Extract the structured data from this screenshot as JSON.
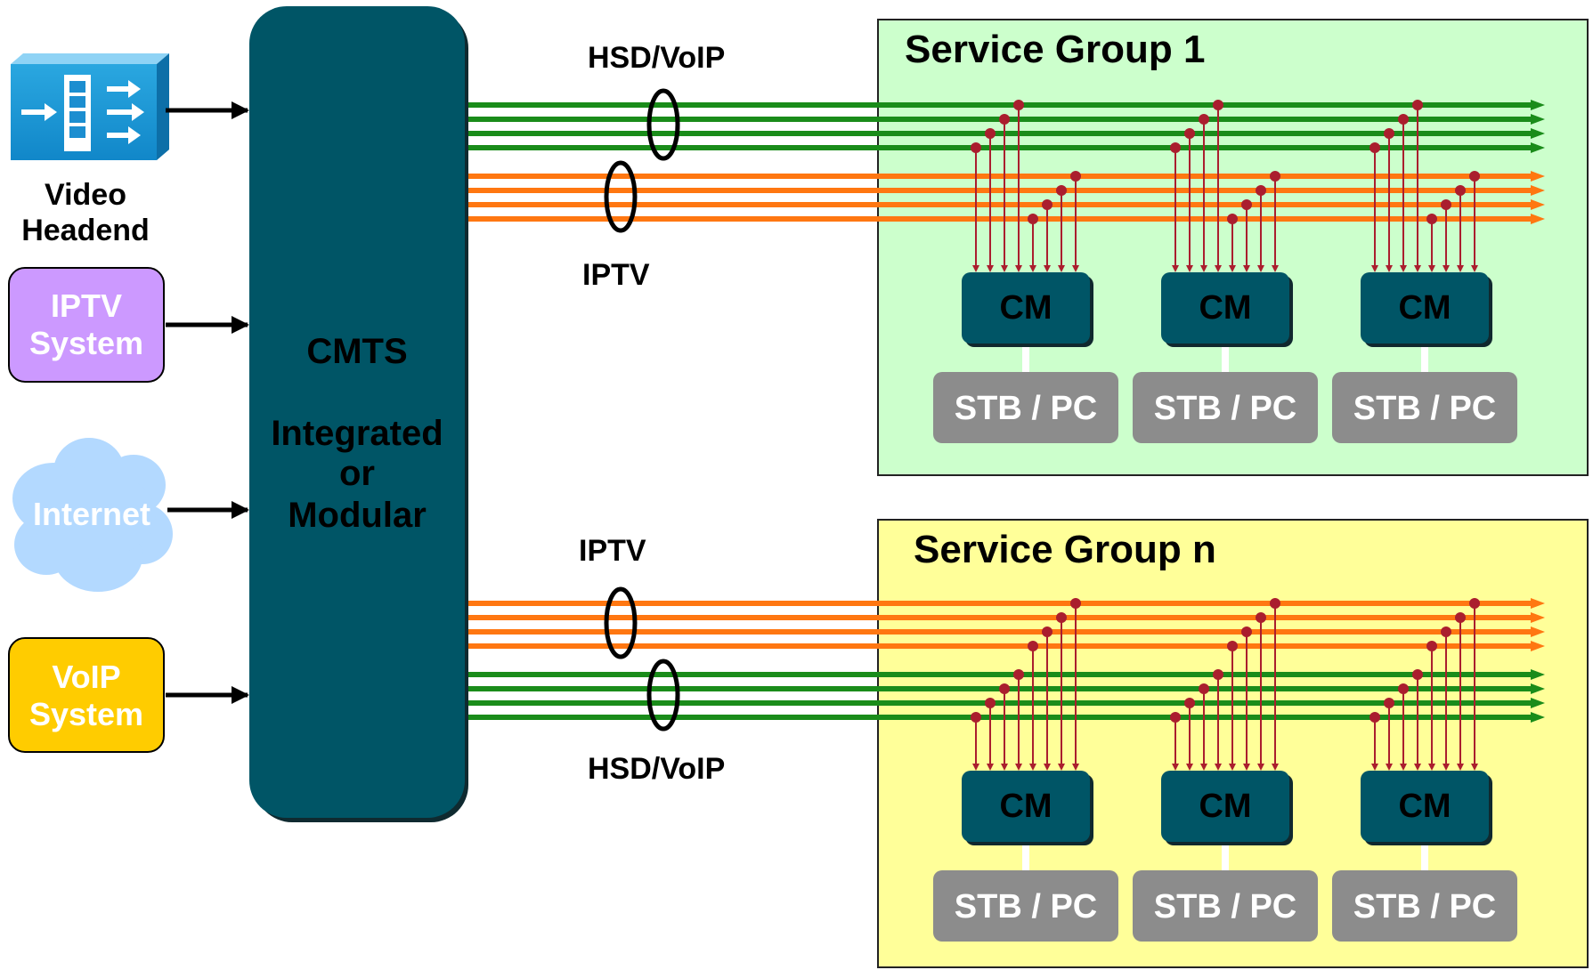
{
  "sources": {
    "video_headend": {
      "line1": "Video",
      "line2": "Headend"
    },
    "iptv_system": {
      "line1": "IPTV",
      "line2": "System",
      "color": "#cc99ff"
    },
    "internet": {
      "label": "Internet",
      "color": "#b3d9ff"
    },
    "voip_system": {
      "line1": "VoIP",
      "line2": "System",
      "color": "#ffcc00"
    }
  },
  "cmts": {
    "line1": "CMTS",
    "line2": "Integrated",
    "line3": "or",
    "line4": "Modular",
    "color": "#005566"
  },
  "bundle_labels": {
    "top_hsd": "HSD/VoIP",
    "top_iptv": "IPTV",
    "bottom_iptv": "IPTV",
    "bottom_hsd": "HSD/VoIP"
  },
  "colors": {
    "hsd_voip_channel": "#1a8c1a",
    "iptv_channel": "#ff7711",
    "tap": "#aa1e2e",
    "modem": "#005566",
    "endpoint": "#8c8c8c"
  },
  "service_groups": [
    {
      "title": "Service Group 1",
      "color": "#ccffcc",
      "modems": [
        {
          "cm": "CM",
          "device": "STB / PC"
        },
        {
          "cm": "CM",
          "device": "STB / PC"
        },
        {
          "cm": "CM",
          "device": "STB / PC"
        }
      ]
    },
    {
      "title": "Service Group n",
      "color": "#ffff99",
      "modems": [
        {
          "cm": "CM",
          "device": "STB / PC"
        },
        {
          "cm": "CM",
          "device": "STB / PC"
        },
        {
          "cm": "CM",
          "device": "STB / PC"
        }
      ]
    }
  ]
}
